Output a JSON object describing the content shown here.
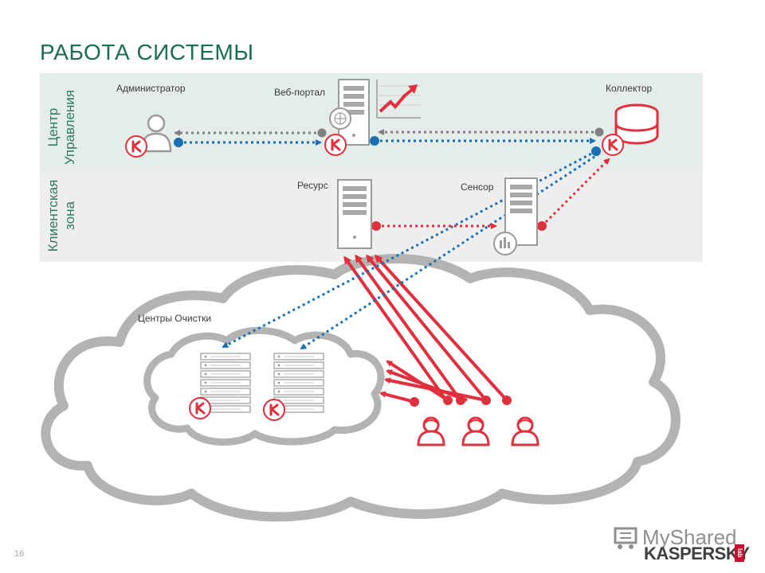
{
  "title": "РАБОТА СИСТЕМЫ",
  "page_number": "16",
  "zones": {
    "management": "Центр\nУправления",
    "client": "Клиентская\nзона"
  },
  "nodes": {
    "admin": "Администратор",
    "portal": "Веб-портал",
    "collector": "Коллектор",
    "resource": "Ресурс",
    "sensor": "Сенсор",
    "cleaning": "Центры Очистки"
  },
  "watermark": {
    "text": "MyShared",
    "brand": "KASPERSKY",
    "brand_suffix": "lab"
  },
  "colors": {
    "accent_green": "#1d6b55",
    "kaspersky_red": "#e0303e",
    "link_blue": "#1a6fb0",
    "link_gray": "#808080",
    "cloud": "#b3b3b3"
  }
}
